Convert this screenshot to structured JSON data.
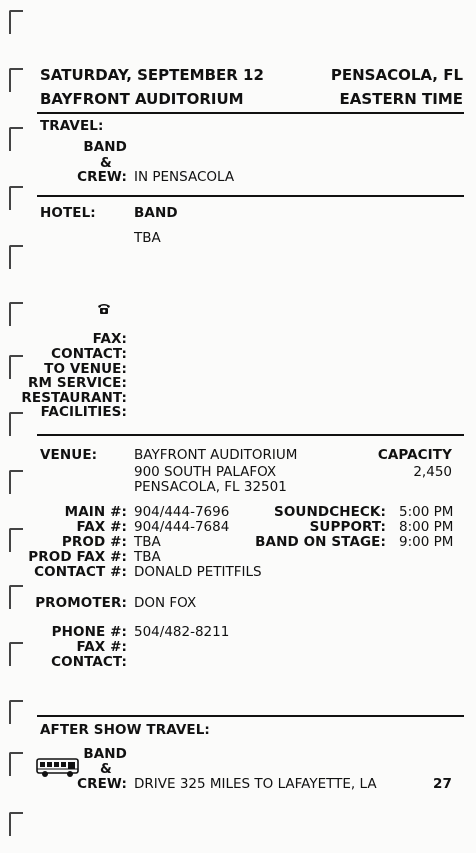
{
  "header": {
    "date": "SATURDAY, SEPTEMBER 12",
    "city": "PENSACOLA, FL",
    "venue": "BAYFRONT AUDITORIUM",
    "timezone": "EASTERN TIME"
  },
  "travel": {
    "heading": "TRAVEL:",
    "band_label": "BAND",
    "amp_label": "&",
    "crew_label": "CREW:",
    "value": "IN PENSACOLA"
  },
  "hotel": {
    "heading": "HOTEL:",
    "name_label": "BAND",
    "name_value": "TBA",
    "fax_label": "FAX:",
    "contact_label": "CONTACT:",
    "to_venue_label": "TO VENUE:",
    "rm_service_label": "RM SERVICE:",
    "restaurant_label": "RESTAURANT:",
    "facilities_label": "FACILITIES:"
  },
  "venue": {
    "heading": "VENUE:",
    "name": "BAYFRONT AUDITORIUM",
    "address1": "900 SOUTH PALAFOX",
    "address2": "PENSACOLA, FL 32501",
    "capacity_label": "CAPACITY",
    "capacity_value": "2,450",
    "main_label": "MAIN #:",
    "main_value": "904/444-7696",
    "fax_label": "FAX #:",
    "fax_value": "904/444-7684",
    "prod_label": "PROD #:",
    "prod_value": "TBA",
    "prod_fax_label": "PROD FAX #:",
    "prod_fax_value": "TBA",
    "contact_label": "CONTACT #:",
    "contact_value": "DONALD PETITFILS",
    "soundcheck_label": "SOUNDCHECK:",
    "soundcheck_value": "5:00 PM",
    "support_label": "SUPPORT:",
    "support_value": "8:00 PM",
    "band_on_stage_label": "BAND ON STAGE:",
    "band_on_stage_value": "9:00 PM"
  },
  "promoter": {
    "label": "PROMOTER:",
    "value": "DON FOX",
    "phone_label": "PHONE #:",
    "phone_value": "504/482-8211",
    "fax_label": "FAX #:",
    "contact_label": "CONTACT:"
  },
  "after_show": {
    "heading": "AFTER SHOW TRAVEL:",
    "band_label": "BAND",
    "amp_label": "&",
    "crew_label": "CREW:",
    "value": "DRIVE 325 MILES TO LAFAYETTE, LA"
  },
  "page_number": "27",
  "icons": {
    "phone": "telephone-icon",
    "bus": "tour-bus-icon"
  }
}
